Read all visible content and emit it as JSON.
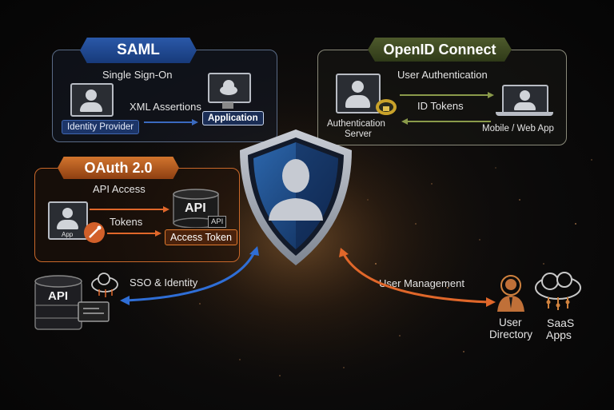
{
  "saml": {
    "title": "SAML",
    "subtitle": "Single Sign-On",
    "flow_label": "XML Assertions",
    "identity_provider": "Identity Provider",
    "application": "Application"
  },
  "oidc": {
    "title": "OpenID Connect",
    "subtitle": "User Authentication",
    "flow_label": "ID Tokens",
    "server_line1": "Authentication",
    "server_line2": "Server",
    "client": "Mobile / Web App"
  },
  "oauth": {
    "title": "OAuth 2.0",
    "subtitle": "API Access",
    "flow_label": "Tokens",
    "app_label": "App",
    "api_label": "API",
    "api_badge": "API",
    "access_token": "Access Token"
  },
  "bottom_left": {
    "api_label": "API",
    "connection_label": "SSO & Identity"
  },
  "bottom_right": {
    "connection_label": "User Management",
    "directory_line1": "User",
    "directory_line2": "Directory",
    "saas_line1": "SaaS",
    "saas_line2": "Apps"
  },
  "colors": {
    "saml_accent": "#2a58a8",
    "oidc_accent": "#4e5a2c",
    "oauth_accent": "#d2752e",
    "shield_blue": "#1f4f8f",
    "link_blue": "#2f6ed6",
    "link_orange": "#e0672a"
  }
}
